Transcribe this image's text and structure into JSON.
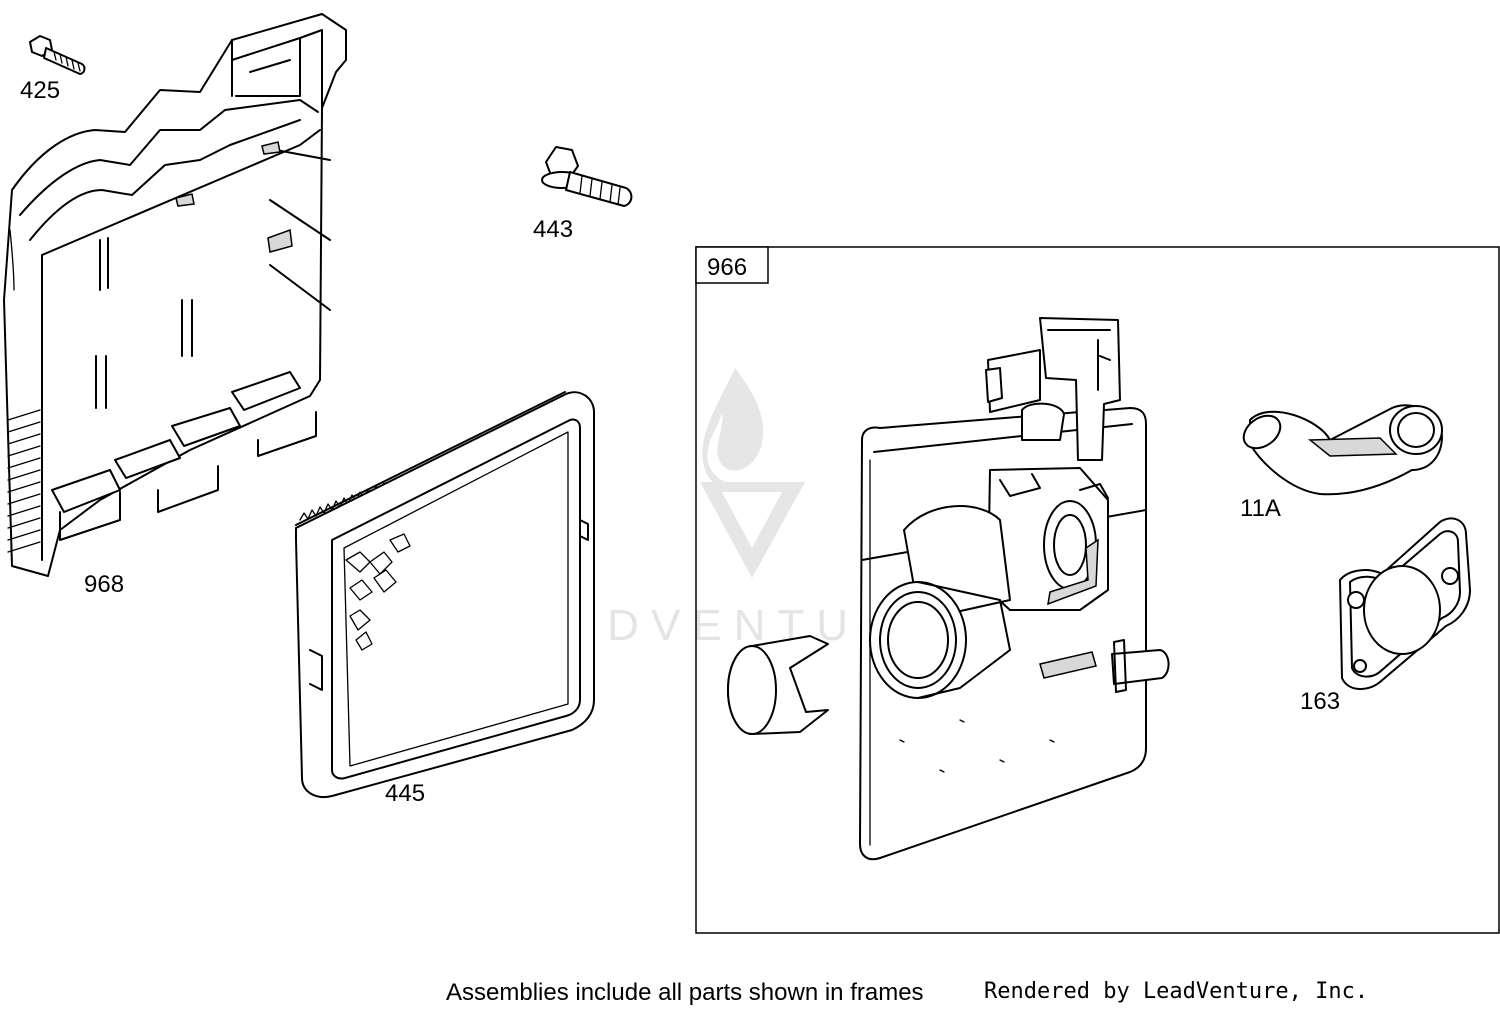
{
  "callouts": {
    "p425": "425",
    "p443": "443",
    "p968": "968",
    "p445": "445",
    "p966": "966",
    "p11a": "11A",
    "p163": "163"
  },
  "footer": {
    "note": "Assemblies include all parts shown in frames",
    "credit": "Rendered by LeadVenture, Inc."
  },
  "watermark": {
    "text": "LEADVENTURE"
  }
}
